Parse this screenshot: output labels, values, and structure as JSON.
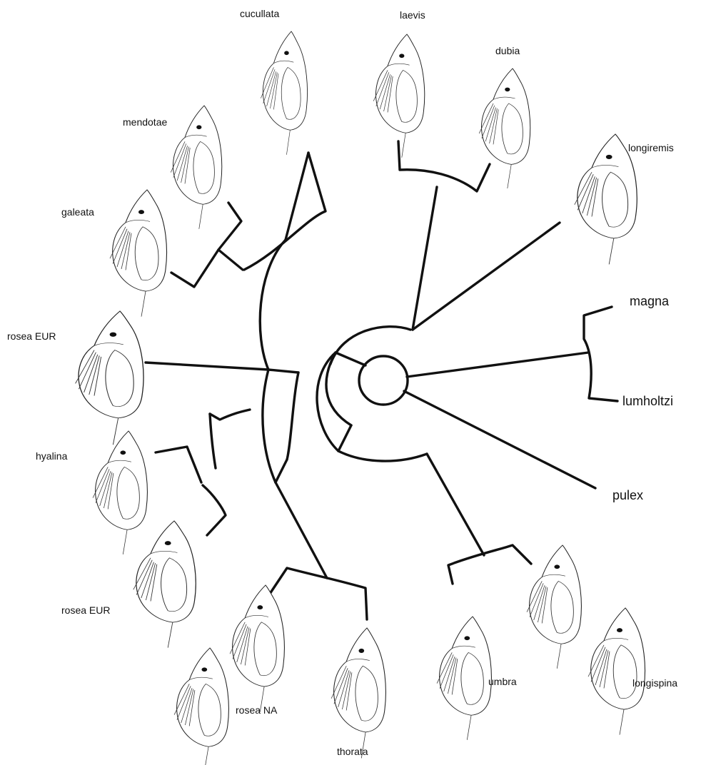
{
  "tree": {
    "taxa": {
      "cucullata": "cucullata",
      "laevis": "laevis",
      "dubia": "dubia",
      "mendotae": "mendotae",
      "longiremis": "longiremis",
      "galeata": "galeata",
      "magna": "magna",
      "rosea_eur_top": "rosea EUR",
      "lumholtzi": "lumholtzi",
      "hyalina": "hyalina",
      "pulex": "pulex",
      "rosea_eur_bottom": "rosea EUR",
      "umbra": "umbra",
      "longispina": "longispina",
      "rosea_na": "rosea NA",
      "thorata": "thorata"
    },
    "illustrations": [
      "daphnia-cucullata-icon",
      "daphnia-laevis-icon",
      "daphnia-dubia-icon",
      "daphnia-mendotae-icon",
      "daphnia-longiremis-icon",
      "daphnia-galeata-icon",
      "daphnia-rosea-eur-icon",
      "daphnia-hyalina-icon",
      "daphnia-rosea-eur-2-icon",
      "daphnia-rosea-na-icon",
      "daphnia-thorata-icon",
      "daphnia-umbra-icon",
      "daphnia-longispina-icon"
    ]
  }
}
